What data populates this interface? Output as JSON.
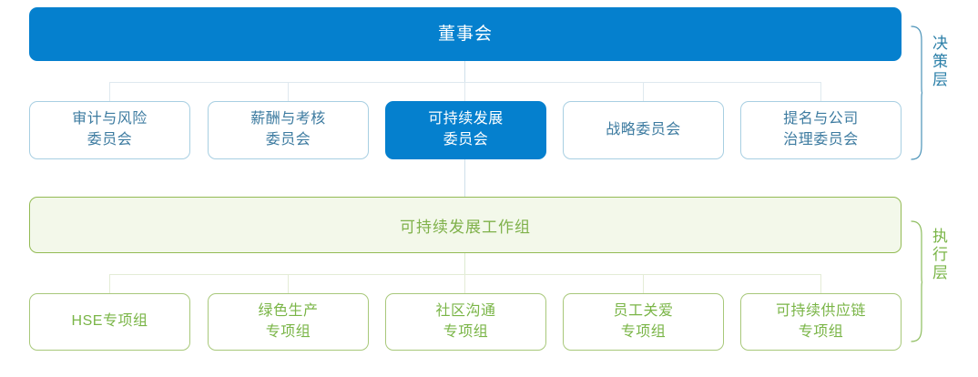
{
  "diagram": {
    "board": {
      "label": "董事会"
    },
    "committees": [
      {
        "name": "audit-risk-committee",
        "label": "审计与风险\n委员会",
        "active": false
      },
      {
        "name": "compensation-committee",
        "label": "薪酬与考核\n委员会",
        "active": false
      },
      {
        "name": "sustainability-committee",
        "label": "可持续发展\n委员会",
        "active": true
      },
      {
        "name": "strategy-committee",
        "label": "战略委员会",
        "active": false
      },
      {
        "name": "nomination-governance-committee",
        "label": "提名与公司\n治理委员会",
        "active": false
      }
    ],
    "working_group": {
      "label": "可持续发展工作组"
    },
    "teams": [
      {
        "name": "hse-team",
        "label": "HSE专项组"
      },
      {
        "name": "green-production-team",
        "label": "绿色生产\n专项组"
      },
      {
        "name": "community-communication-team",
        "label": "社区沟通\n专项组"
      },
      {
        "name": "employee-care-team",
        "label": "员工关爱\n专项组"
      },
      {
        "name": "sustainable-supply-chain-team",
        "label": "可持续供应链\n专项组"
      }
    ],
    "layers": [
      {
        "name": "decision-layer",
        "label": "决策层"
      },
      {
        "name": "execution-layer",
        "label": "执行层"
      }
    ],
    "colors": {
      "primary_blue": "#0580ce",
      "blue_text": "#3d7ba0",
      "blue_border": "#a8cfe2",
      "green_text": "#7ab547",
      "green_border": "#a8c87a",
      "band_fill": "#f3f8ea",
      "band_border": "#93bb54",
      "connector_blue": "#dfe9ef",
      "connector_green": "#e4ecd6"
    }
  }
}
